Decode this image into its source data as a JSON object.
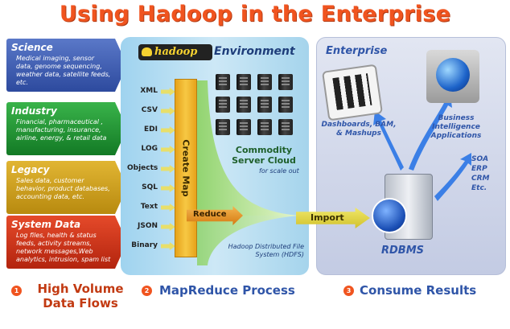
{
  "title": "Using Hadoop in the Enterprise",
  "sources": [
    {
      "name": "Science",
      "desc": "Medical imaging, sensor data, genome sequencing, weather data, satellite feeds, etc."
    },
    {
      "name": "Industry",
      "desc": "Financial, pharmaceutical , manufacturing, insurance, airline, energy, & retail data"
    },
    {
      "name": "Legacy",
      "desc": "Sales data, customer behavior, product databases, accounting data, etc."
    },
    {
      "name": "System Data",
      "desc": "Log files, health & status feeds, activity streams, network messages,Web analytics, intrusion, spam list"
    }
  ],
  "hadoop": {
    "logo_text": "hadoop",
    "env_title": "Environment",
    "formats": [
      "XML",
      "CSV",
      "EDI",
      "LOG",
      "Objects",
      "SQL",
      "Text",
      "JSON",
      "Binary"
    ],
    "create_map": "Create Map",
    "cloud_title": "Commodity Server Cloud",
    "cloud_sub": "for scale out",
    "reduce": "Reduce",
    "hdfs": "Hadoop Distributed File System (HDFS)"
  },
  "import_label": "Import",
  "enterprise": {
    "title": "Enterprise",
    "dashboards": "Dashboards, BAM, & Mashups",
    "bi": "Business Intelligence Applications",
    "rdbms": "RDBMS",
    "soa": [
      "SOA",
      "ERP",
      "CRM",
      "Etc."
    ]
  },
  "steps": [
    {
      "num": "1",
      "label": "High Volume Data Flows"
    },
    {
      "num": "2",
      "label": "MapReduce Process"
    },
    {
      "num": "3",
      "label": "Consume Results"
    }
  ],
  "colors": {
    "title": "#f0541f",
    "science": "#2d4a9e",
    "industry": "#137a25",
    "legacy": "#b88a0f",
    "system": "#b3240e",
    "enterprise_text": "#2f55a8"
  }
}
